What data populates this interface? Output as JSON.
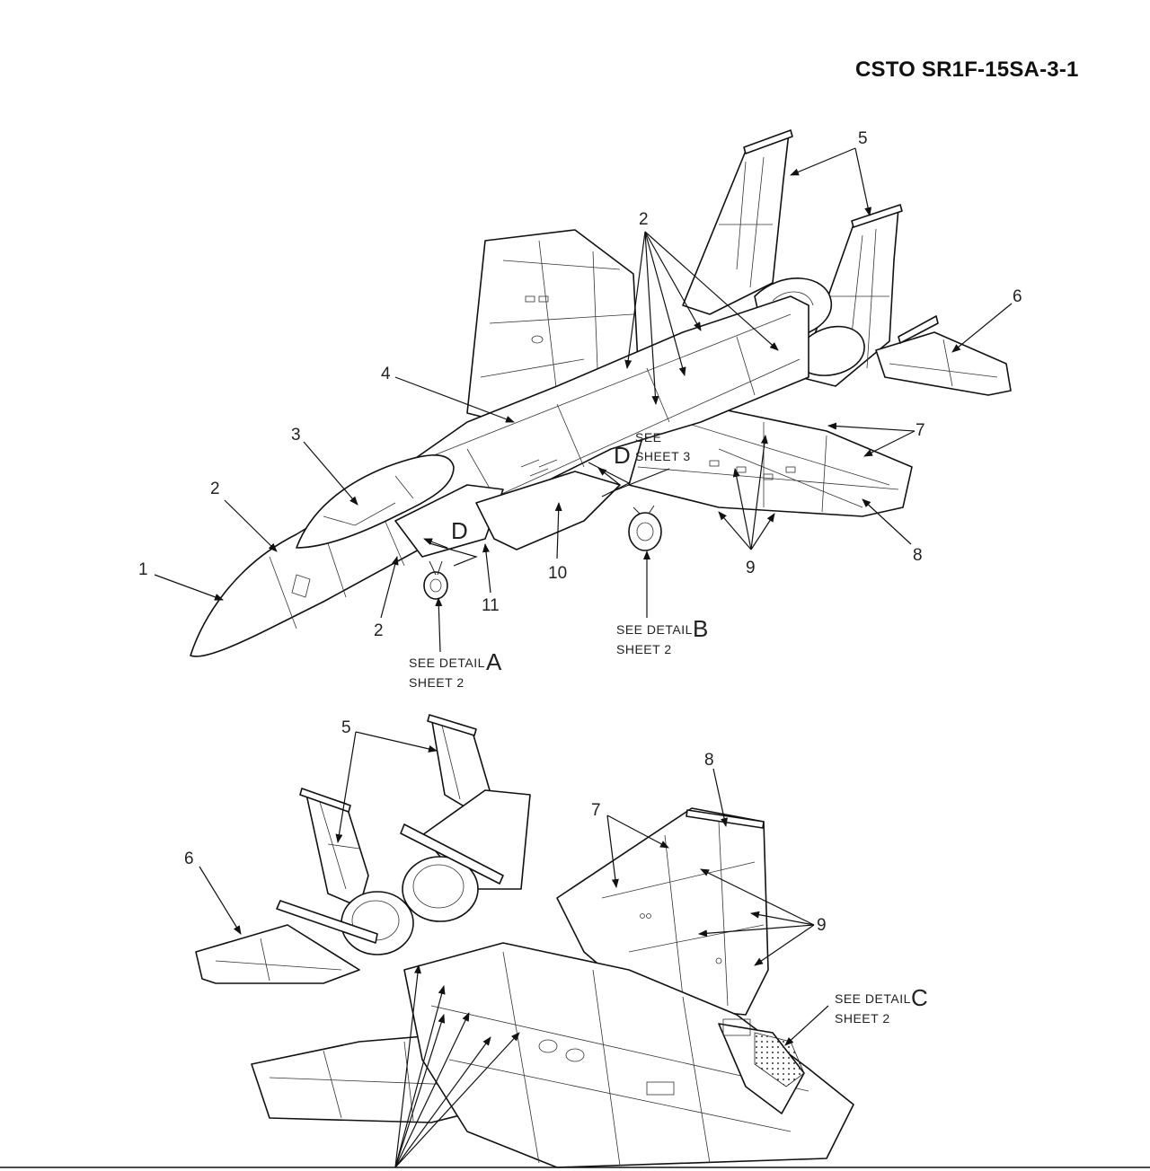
{
  "header": {
    "doc_id": "CSTO SR1F-15SA-3-1"
  },
  "callouts": {
    "c1": "1",
    "c2": "2",
    "c3": "3",
    "c4": "4",
    "c5": "5",
    "c6": "6",
    "c7": "7",
    "c8": "8",
    "c9": "9",
    "c10": "10",
    "c11": "11"
  },
  "notes": {
    "see_detail": "SEE DETAIL",
    "sheet_2": "SHEET 2",
    "see": "SEE",
    "sheet_3": "SHEET 3",
    "letter_a": "A",
    "letter_b": "B",
    "letter_c": "C",
    "letter_d": "D"
  }
}
